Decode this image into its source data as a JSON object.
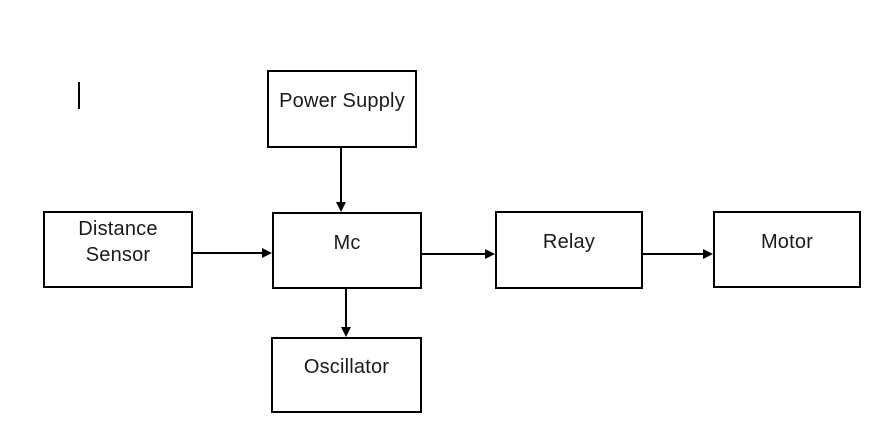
{
  "diagram": {
    "type": "block-diagram",
    "nodes": {
      "power_supply": {
        "label": "Power Supply"
      },
      "distance_sensor": {
        "label": "Distance Sensor"
      },
      "mc": {
        "label": "Mc"
      },
      "relay": {
        "label": "Relay"
      },
      "motor": {
        "label": "Motor"
      },
      "oscillator": {
        "label": "Oscillator"
      }
    },
    "edges": [
      {
        "from": "Power Supply",
        "to": "Mc",
        "direction": "down"
      },
      {
        "from": "Distance Sensor",
        "to": "Mc",
        "direction": "right"
      },
      {
        "from": "Mc",
        "to": "Relay",
        "direction": "right"
      },
      {
        "from": "Relay",
        "to": "Motor",
        "direction": "right"
      },
      {
        "from": "Mc",
        "to": "Oscillator",
        "direction": "down"
      }
    ],
    "colors": {
      "line": "#000000",
      "border": "#000000",
      "text": "#1a1a1a",
      "node_fill": "#ffffff",
      "background": "#ffffff"
    }
  }
}
